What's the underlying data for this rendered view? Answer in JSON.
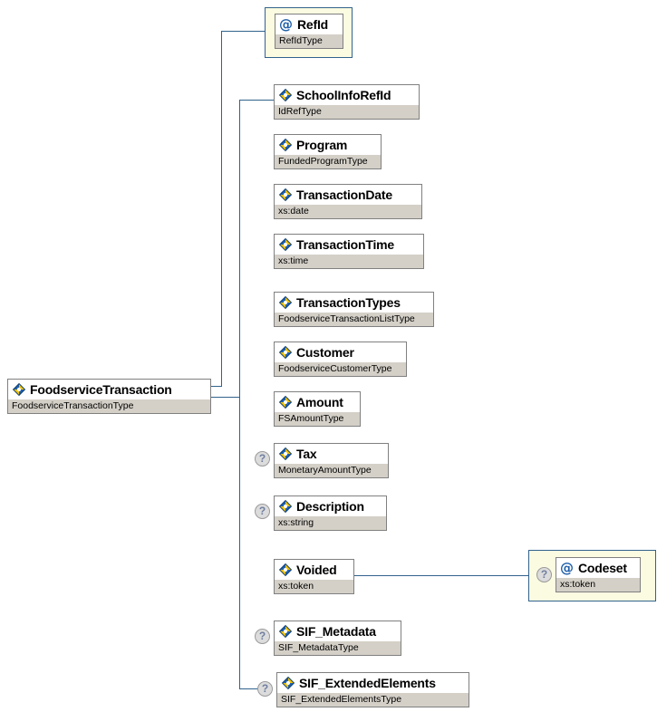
{
  "diagram": {
    "title": "FoodserviceTransaction",
    "root": {
      "name": "FoodserviceTransaction",
      "type": "FoodserviceTransactionType",
      "icon": "element-icon",
      "optional": false
    },
    "attributes": [
      {
        "name": "RefId",
        "type": "RefIdType",
        "icon": "attribute-icon",
        "optional": false
      }
    ],
    "elements": [
      {
        "name": "SchoolInfoRefId",
        "type": "IdRefType",
        "icon": "element-icon",
        "optional": false
      },
      {
        "name": "Program",
        "type": "FundedProgramType",
        "icon": "element-icon",
        "optional": false
      },
      {
        "name": "TransactionDate",
        "type": "xs:date",
        "icon": "element-icon",
        "optional": false
      },
      {
        "name": "TransactionTime",
        "type": "xs:time",
        "icon": "element-icon",
        "optional": false
      },
      {
        "name": "TransactionTypes",
        "type": "FoodserviceTransactionListType",
        "icon": "element-icon",
        "optional": false
      },
      {
        "name": "Customer",
        "type": "FoodserviceCustomerType",
        "icon": "element-icon",
        "optional": false
      },
      {
        "name": "Amount",
        "type": "FSAmountType",
        "icon": "element-icon",
        "optional": false
      },
      {
        "name": "Tax",
        "type": "MonetaryAmountType",
        "icon": "element-icon",
        "optional": true
      },
      {
        "name": "Description",
        "type": "xs:string",
        "icon": "element-icon",
        "optional": true
      },
      {
        "name": "Voided",
        "type": "xs:token",
        "icon": "element-icon",
        "optional": false
      },
      {
        "name": "SIF_Metadata",
        "type": "SIF_MetadataType",
        "icon": "element-icon",
        "optional": true
      },
      {
        "name": "SIF_ExtendedElements",
        "type": "SIF_ExtendedElementsType",
        "icon": "element-icon",
        "optional": true
      }
    ],
    "voided_attributes": [
      {
        "name": "Codeset",
        "type": "xs:token",
        "icon": "attribute-icon",
        "optional": true
      }
    ],
    "badges": {
      "optional_marker": "?"
    },
    "colors": {
      "connector": "#31628c",
      "box_border": "#808080",
      "type_band": "#d4d0c8",
      "attribute_container": "#fbfbe2",
      "attribute_container_border": "#31628c",
      "icon_blue": "#1f5fa9",
      "icon_yellow": "#f0c000"
    }
  }
}
